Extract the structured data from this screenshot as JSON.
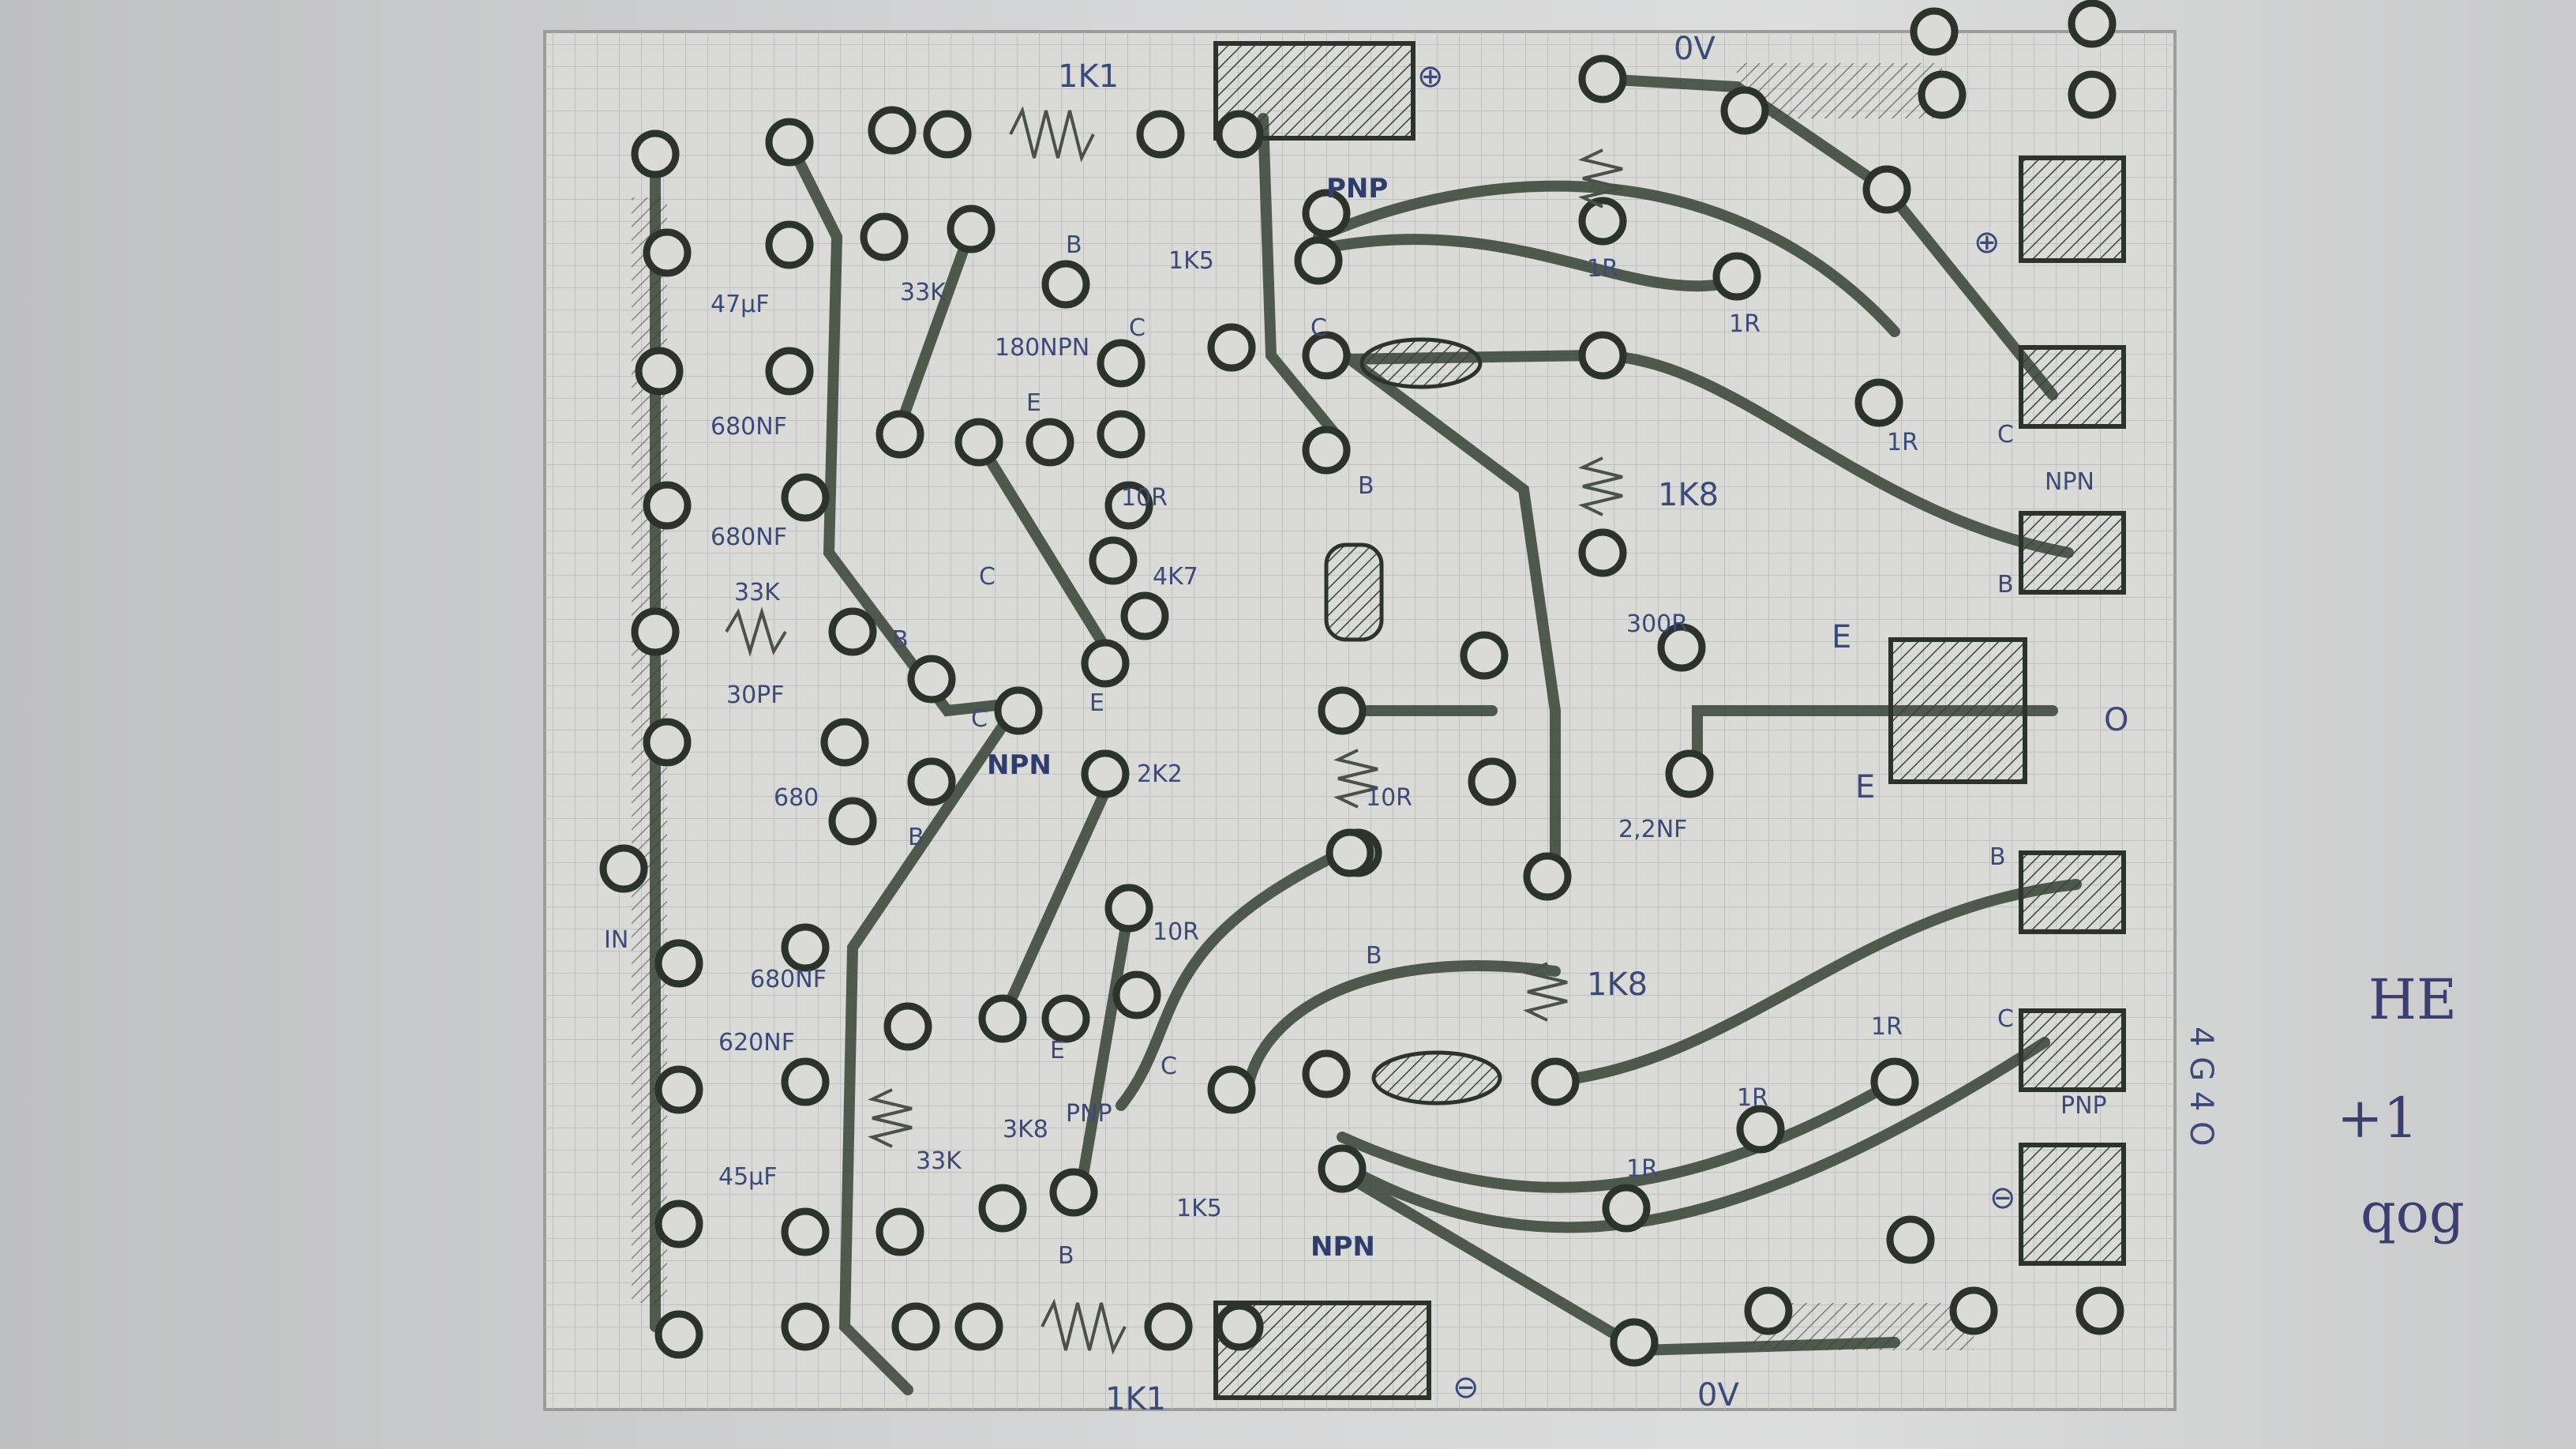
{
  "labels": {
    "r_1k1": "1K1",
    "r_33k": "33K",
    "r_10r": "10R",
    "r_1k8": "1K8",
    "r_1r": "1R",
    "r_300r": "300R",
    "r_1k5": "1K5",
    "r_4k7": "4K7",
    "r_680": "680",
    "r_2k2": "2K2",
    "c_47uf": "47μF",
    "c_680nf": "680NF",
    "c_620nf": "620NF",
    "c_30pf": "30PF",
    "c_2_2nf": "2,2NF",
    "c_45uf": "45μF",
    "npn": "NPN",
    "pnp": "PNP",
    "pin_b": "B",
    "pin_c": "C",
    "pin_e": "E",
    "ov": "0V",
    "out": "O",
    "plus": "⊕",
    "minus": "⊖",
    "in": "IN",
    "e_top": "E",
    "c_180_npn": "180NPN",
    "r_3k8": "3K8"
  },
  "margin_notes": {
    "note1": "HE",
    "note2": "+1",
    "note3": "qog",
    "edge_side": "4 G 4 O"
  },
  "colors": {
    "paper": "#dcdcd8",
    "grid": "#b9bdbf",
    "trace": "#3f4a3f",
    "pad": "#2b332b",
    "ink_label": "#3c4a7a"
  }
}
